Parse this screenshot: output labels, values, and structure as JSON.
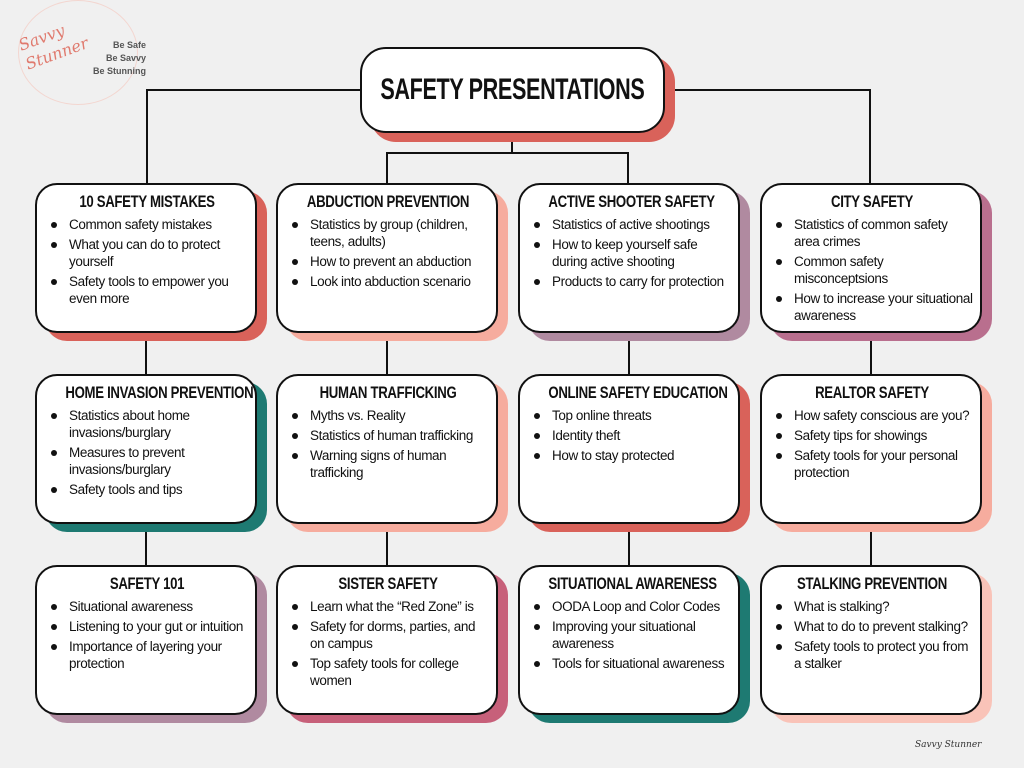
{
  "logo": {
    "script": "Savvy Stunner",
    "tagline": [
      "Be Safe",
      "Be Savvy",
      "Be Stunning"
    ]
  },
  "title": "SAFETY PRESENTATIONS",
  "signature": "Savvy Stunner",
  "colors": {
    "red": "#d9625a",
    "salmon": "#f6ac9e",
    "mauve": "#b08aa0",
    "plum": "#b96f8e",
    "teal": "#1e7a72",
    "rose": "#c7607a",
    "pink": "#f9c3b8"
  },
  "cards": [
    {
      "title": "10 SAFETY MISTAKES",
      "items": [
        "Common safety mistakes",
        "What you can do to protect yourself",
        "Safety tools to empower you even more"
      ]
    },
    {
      "title": "ABDUCTION PREVENTION",
      "items": [
        "Statistics by group (children, teens, adults)",
        "How to prevent an abduction",
        "Look into abduction scenario"
      ]
    },
    {
      "title": "ACTIVE SHOOTER SAFETY",
      "items": [
        "Statistics of active shootings",
        "How to keep yourself safe during active shooting",
        "Products to carry for protection"
      ]
    },
    {
      "title": "CITY SAFETY",
      "items": [
        "Statistics of common safety area crimes",
        "Common safety misconceptsions",
        "How to increase your situational awareness"
      ]
    },
    {
      "title": "HOME INVASION PREVENTION",
      "items": [
        "Statistics about home invasions/burglary",
        "Measures to prevent invasions/burglary",
        "Safety tools and tips"
      ]
    },
    {
      "title": "HUMAN TRAFFICKING",
      "items": [
        "Myths vs. Reality",
        "Statistics of human trafficking",
        "Warning signs of human trafficking"
      ]
    },
    {
      "title": "ONLINE SAFETY EDUCATION",
      "items": [
        "Top online threats",
        "Identity theft",
        "How to stay protected"
      ]
    },
    {
      "title": "REALTOR SAFETY",
      "items": [
        "How safety conscious are you?",
        "Safety tips for showings",
        "Safety tools for your personal protection"
      ]
    },
    {
      "title": "SAFETY 101",
      "items": [
        "Situational awareness",
        "Listening to your gut or intuition",
        "Importance of layering your protection"
      ]
    },
    {
      "title": "SISTER SAFETY",
      "items": [
        "Learn what the “Red Zone” is",
        "Safety for dorms, parties, and on campus",
        "Top safety tools for college women"
      ]
    },
    {
      "title": "SITUATIONAL AWARENESS",
      "items": [
        "OODA Loop and Color Codes",
        "Improving your situational awareness",
        "Tools for situational awareness"
      ]
    },
    {
      "title": "STALKING PREVENTION",
      "items": [
        "What is stalking?",
        "What to do to prevent stalking?",
        "Safety tools to protect you from a stalker"
      ]
    }
  ]
}
